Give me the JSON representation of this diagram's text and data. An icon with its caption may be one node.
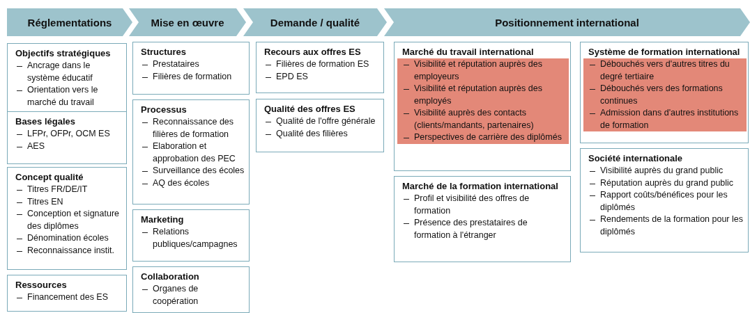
{
  "diagram": {
    "nodes": [
      {
        "text": [
          "Réglementations"
        ]
      },
      {
        "text": [
          "Mise en œuvre"
        ]
      },
      {
        "text": [
          "Demande / qualité"
        ]
      },
      {
        "text": [
          "Positionnement international"
        ]
      },
      {
        "text": [
          "Objectifs stratégiques",
          "Ancrage dans le système éducatif",
          "Orientation vers le marché du travail"
        ]
      },
      {
        "text": [
          "Bases légales",
          "LFPr, OFPr, OCM ES",
          "AES"
        ]
      },
      {
        "text": [
          "Concept qualité",
          "Titres FR/DE/IT",
          "Titres EN",
          "Conception et signature des diplômes",
          "Dénomination écoles",
          "Reconnaissance instit."
        ]
      },
      {
        "text": [
          "Ressources",
          "Financement des ES"
        ]
      },
      {
        "text": [
          "Structures",
          "Prestataires",
          "Filières de formation"
        ]
      },
      {
        "text": [
          "Processus",
          "Reconnaissance des filières de formation",
          "Elaboration et approbation des PEC",
          "Surveillance des écoles",
          "AQ des écoles"
        ]
      },
      {
        "text": [
          "Marketing",
          "Relations publiques/campagnes"
        ]
      },
      {
        "text": [
          "Collaboration",
          "Organes de coopération"
        ]
      },
      {
        "text": [
          "Recours aux offres ES",
          "Filières de formation ES",
          "EPD ES"
        ]
      },
      {
        "text": [
          "Qualité des offres ES",
          "Qualité de l'offre générale",
          "Qualité des filières"
        ]
      },
      {
        "text": [
          "Marché du travail international",
          "Visibilité et réputation auprès des employeurs",
          "Visibilité et réputation auprès des employés",
          "Visibilité auprès des contacts (clients/mandants, partenaires)",
          "Perspectives de carrière des diplômés"
        ]
      },
      {
        "text": [
          "Marché de la formation international",
          "Profil et visibilité des offres de formation",
          "Présence des prestataires de formation à l'étranger"
        ]
      },
      {
        "text": [
          "Système de formation international",
          "Débouchés vers d'autres titres du degré tertiaire",
          "Débouchés vers des formations continues",
          "Admission dans d'autres institutions de formation"
        ]
      },
      {
        "text": [
          "Société internationale",
          "Visibilité auprès du grand public",
          "Réputation auprès du grand public",
          "Rapport coûts/bénéfices pour les diplômés",
          "Rendements de la formation pour les diplômés"
        ]
      }
    ],
    "edges": []
  }
}
